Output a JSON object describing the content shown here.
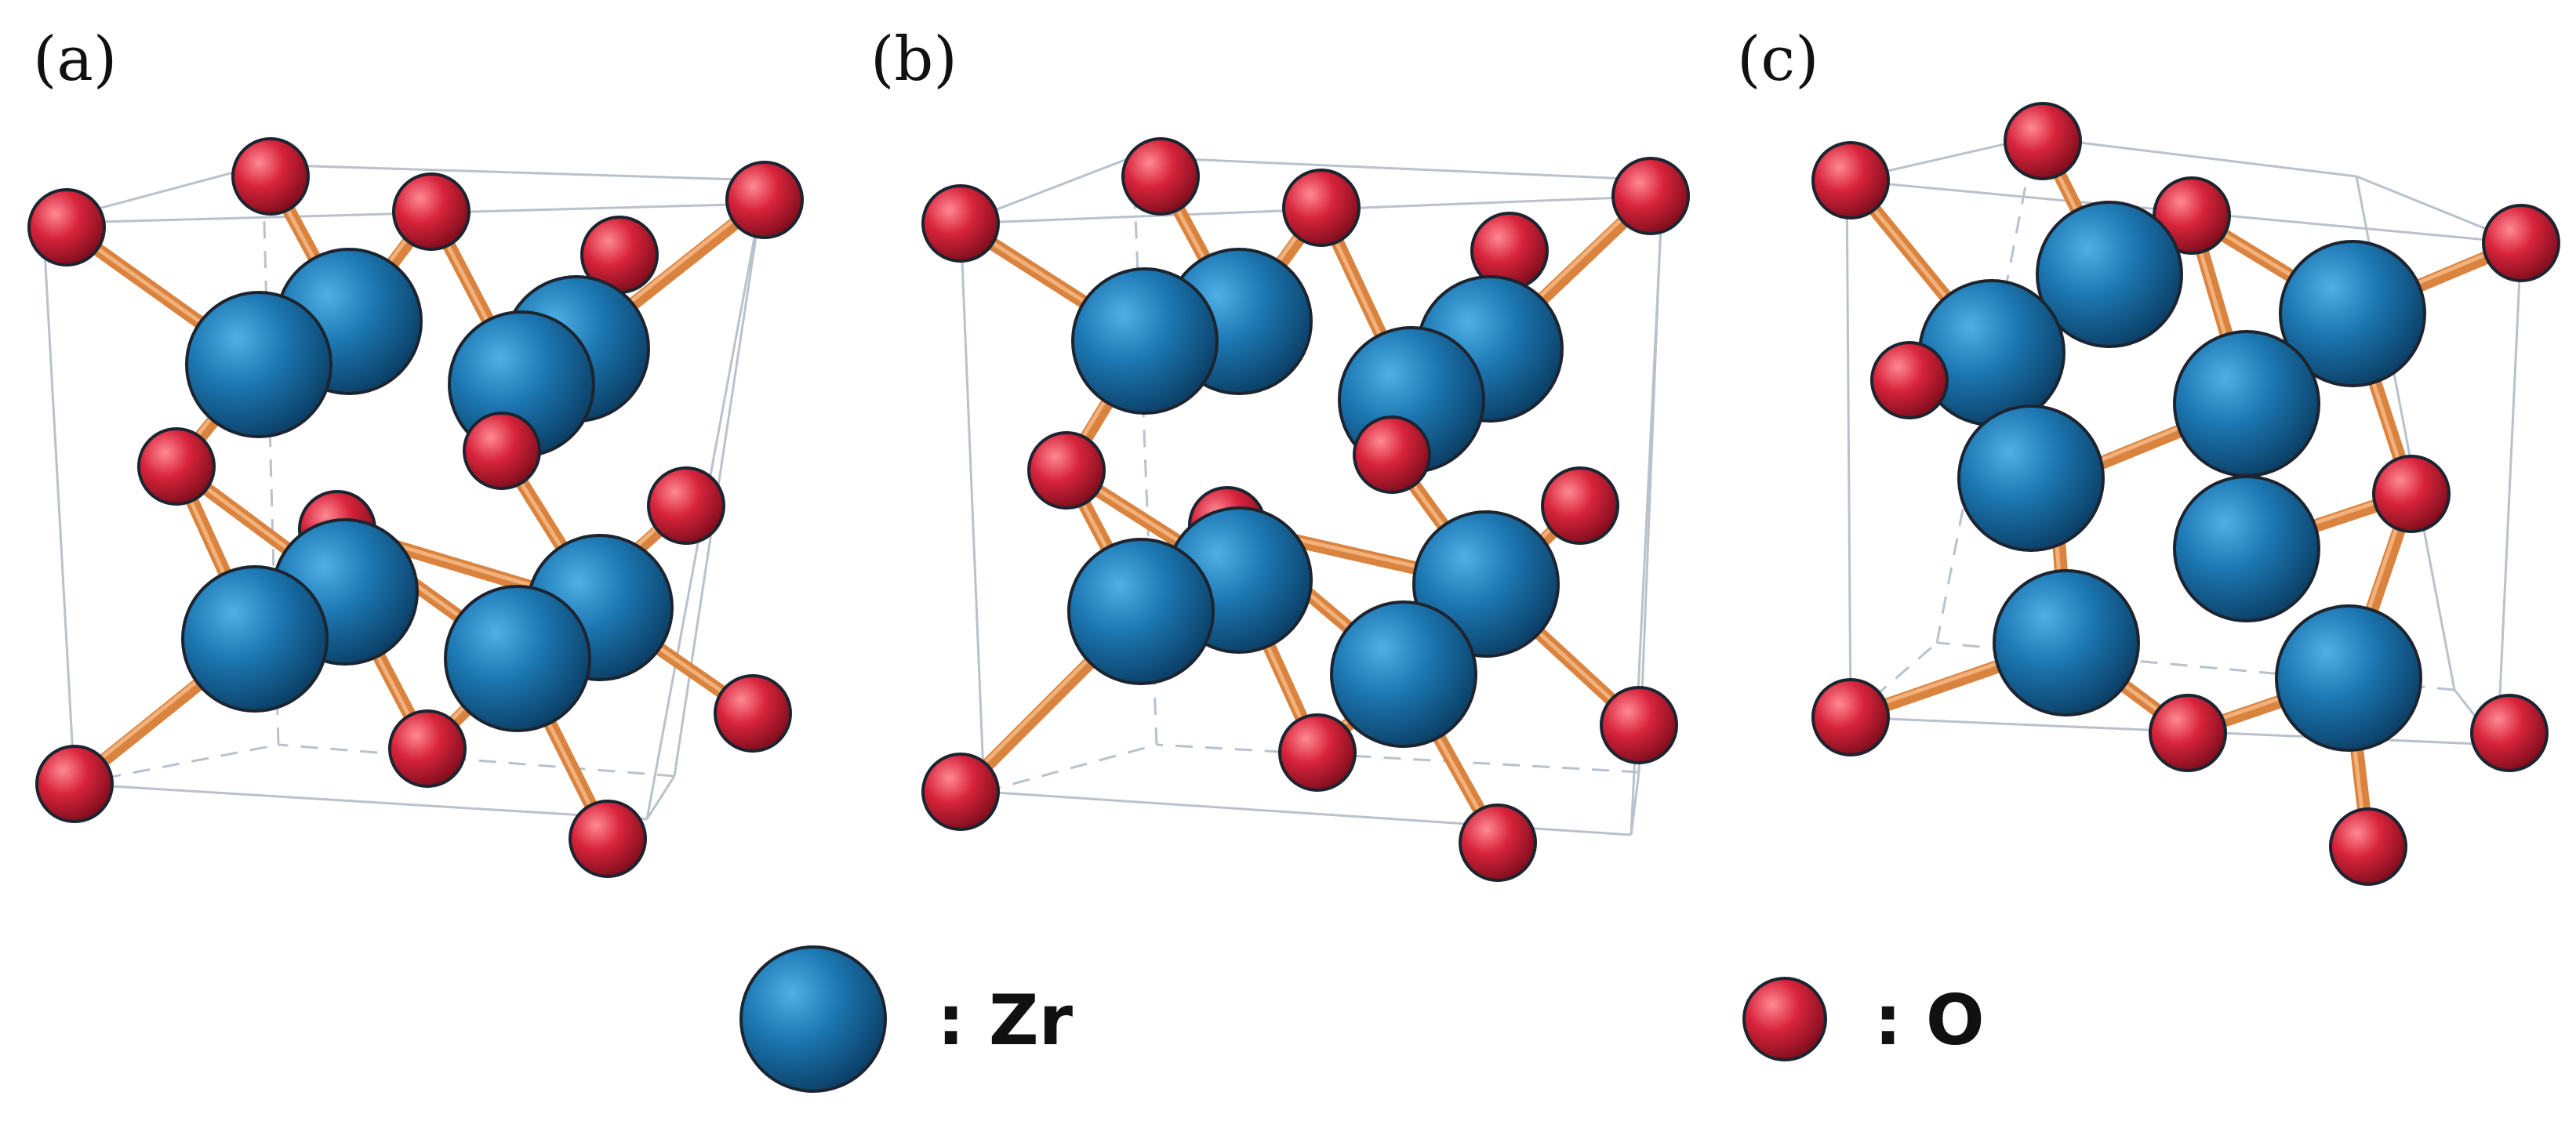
{
  "panels": [
    {
      "label": "(a)"
    },
    {
      "label": "(b)"
    },
    {
      "label": "(c)"
    }
  ],
  "legend": {
    "zr_label": ": Zr",
    "o_label": ": O",
    "zr_color": "#1d78b3",
    "o_color": "#d8243c"
  },
  "colors": {
    "bond": "#d9833f",
    "cell_edge": "#b9c2cc"
  }
}
